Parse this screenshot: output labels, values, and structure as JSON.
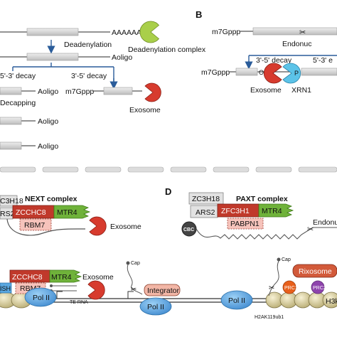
{
  "panels": {
    "b": "B",
    "d": "D"
  },
  "panel_a": {
    "polya": "AAAAAA",
    "deadenylation": "Deadenylation",
    "deadenylation_complex": "Deadenylation complex",
    "aoligo_1": "Aoligo",
    "decay_53": "5'-3' decay",
    "decay_35": "3'-5' decay",
    "aoligo_2": "Aoligo",
    "m7gppp_cap": "m7Gppp",
    "exosome": "Exosome",
    "decapping": "Decapping",
    "aoligo_3": "Aoligo",
    "aoligo_4": "Aoligo"
  },
  "panel_b": {
    "m7gppp_top": "m7Gppp",
    "endonuc": "Endonuc",
    "decay_35": "3'-5' decay",
    "decay_53": "5'-3' e",
    "m7gppp_bottom": "m7Gppp",
    "oh": "OH",
    "p": "P",
    "exosome": "Exosome",
    "xrn1": "XRN1"
  },
  "panel_c": {
    "title": "NEXT complex",
    "zc3h18": "C3H18",
    "ars2": "RS2",
    "zcchc8": "ZCCHC8",
    "mtr4": "MTR4",
    "rbm7": "RBM7",
    "exosome": "Exosome"
  },
  "panel_d": {
    "zc3h18": "ZC3H18",
    "title": "PAXT complex",
    "ars2": "ARS2",
    "zfc3h1": "ZFC3H1",
    "mtr4": "MTR4",
    "cbc": "CBC",
    "pabpn1": "PABPN1",
    "endonuc": "Endonuc"
  },
  "panel_e": {
    "zcchc8": "ZCCHC8",
    "mtr4": "MTR4",
    "exosome": "Exosome",
    "rbm7": "RBM7",
    "ish": "ISH",
    "te_rna": "TE RNA",
    "cap_left": "Cap",
    "integrator": "Integrator",
    "pol2_a": "Pol II",
    "pol2_b": "Pol II",
    "pol2_c": "Pol II",
    "cap_right": "Cap",
    "rixosome": "Rixosome",
    "prc1": "PRC1",
    "prc2": "PRC2",
    "h2ak119": "H2AK119ub1",
    "h3k": "H3k"
  },
  "colors": {
    "pacman_green": "#a9cf4a",
    "exosome_red": "#d73b2e",
    "xrn1_blue": "#5cc3e8",
    "zcchc8": "#c0392b",
    "mtr4_green": "#6fb23a",
    "rbm7_pink": "#f6c3bb",
    "pol2_blue": "#5aa7e0",
    "rixosome": "#d25a3a",
    "prc1": "#e8601c",
    "prc2": "#8e44ad"
  }
}
